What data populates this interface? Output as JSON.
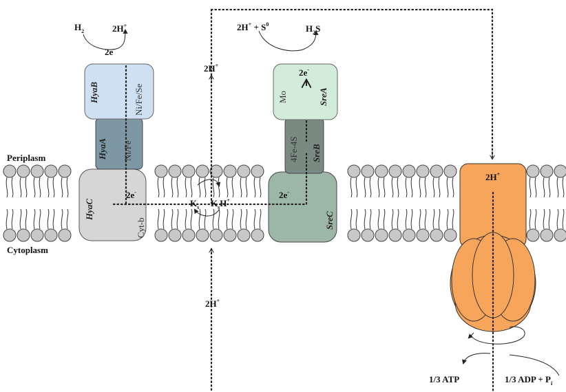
{
  "regions": {
    "periplasm": "Periplasm",
    "cytoplasm": "Cytoplasm"
  },
  "hya": {
    "substrate": "H",
    "substrate_sub": "2",
    "product": "2H",
    "product_sup": "+",
    "electrons": "2e",
    "electrons_sup": "-",
    "hyaB": "HyaB",
    "hyaB_cofactor": "Ni/Fe/Se",
    "hyaA": "HyaA",
    "hyaA_cofactor": "Ni/Fe",
    "hyaC": "HyaC",
    "hyaC_cofactor": "Cyt-b",
    "hyaC_electrons": "2e",
    "hyaC_electrons_sup": "-"
  },
  "quinone": {
    "k": "K",
    "k_sub": "s",
    "kh": "K",
    "kh_sub": "s",
    "kh_tail": "H",
    "kh_sup": "+"
  },
  "proton_mid": {
    "upper": "2H",
    "upper_sup": "+",
    "lower": "2H",
    "lower_sup": "+"
  },
  "sre": {
    "substrate": "2H",
    "substrate_sup": "+",
    "substrate_plus": " + S",
    "substrate_plus_sup": "0",
    "product": "H",
    "product_sub": "2",
    "product_tail": "S",
    "electrons": "2e",
    "electrons_sup": "-",
    "sreA": "SreA",
    "sreA_cofactor": "Mo",
    "sreB": "SreB",
    "sreB_cofactor": "4Fe-4S",
    "sreC": "SreC",
    "sreC_electrons": "2e",
    "sreC_electrons_sup": "-"
  },
  "atpase": {
    "proton": "2H",
    "proton_sup": "+",
    "atp": "1/3 ATP",
    "adp": "1/3 ADP + P",
    "adp_sub": "i"
  },
  "colors": {
    "hyaB": "#cfe0f3",
    "hyaA": "#7d97a4",
    "hyaC": "#d6d6d6",
    "sreA": "#d3ecd9",
    "sreB": "#7a8a82",
    "sreC": "#9cb7a6",
    "atpase": "#f7a55a",
    "lipid_head": "#c8c8c8"
  }
}
